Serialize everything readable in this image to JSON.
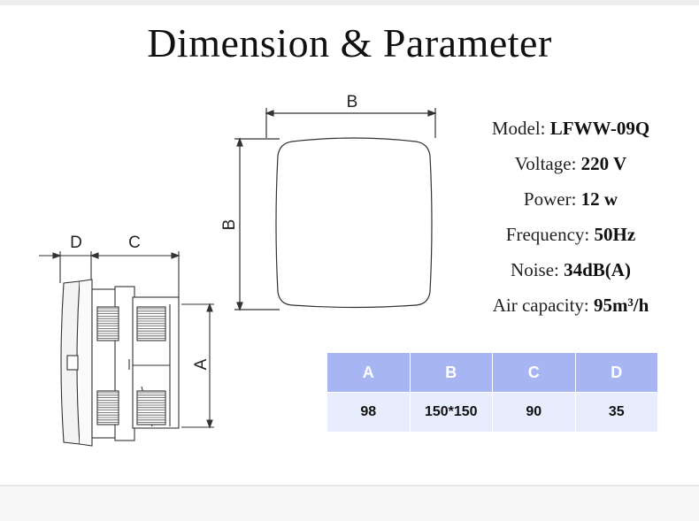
{
  "title": "Dimension & Parameter",
  "diagram": {
    "top_label": "B",
    "side_label": "B",
    "label_d": "D",
    "label_c": "C",
    "label_a": "A"
  },
  "parameters": [
    {
      "label": "Model: ",
      "value": "LFWW-09Q"
    },
    {
      "label": "Voltage: ",
      "value": "220 V"
    },
    {
      "label": "Power: ",
      "value": "12 w"
    },
    {
      "label": "Frequency: ",
      "value": "50Hz"
    },
    {
      "label": "Noise: ",
      "value": "34dB(A)"
    },
    {
      "label": "Air capacity: ",
      "value": "95m³/h"
    }
  ],
  "dimension_table": {
    "headers": [
      "A",
      "B",
      "C",
      "D"
    ],
    "values": [
      "98",
      "150*150",
      "90",
      "35"
    ]
  },
  "colors": {
    "header_bg": "#a7b6f3",
    "row_bg": "#e8edfd"
  }
}
